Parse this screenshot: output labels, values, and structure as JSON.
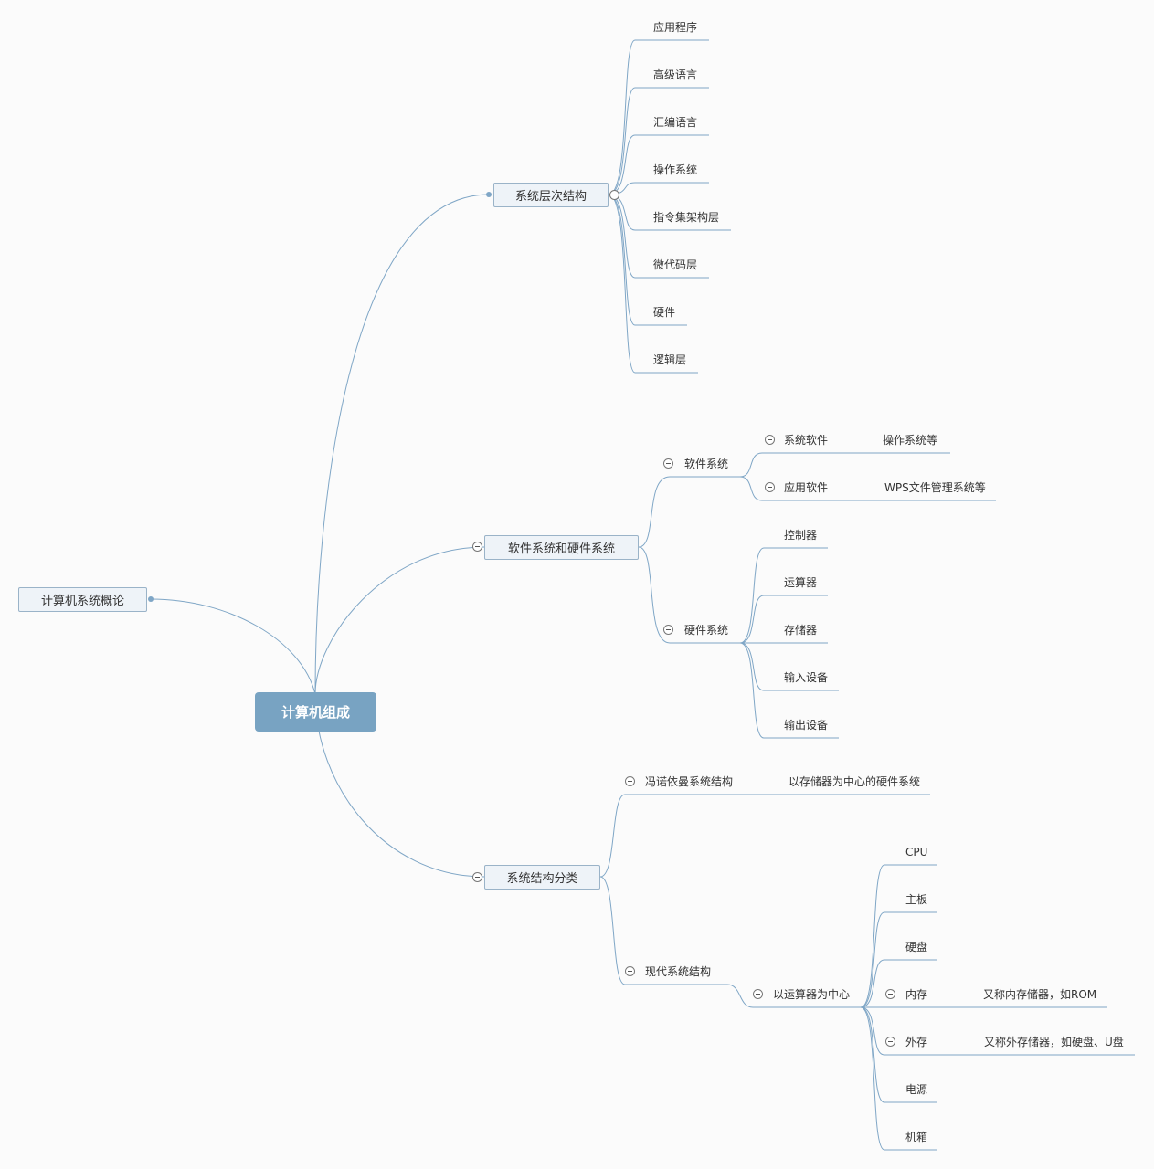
{
  "root": {
    "label": "计算机组成"
  },
  "overview": {
    "label": "计算机系统概论"
  },
  "branches": {
    "layers": {
      "label": "系统层次结构",
      "children": [
        "应用程序",
        "高级语言",
        "汇编语言",
        "操作系统",
        "指令集架构层",
        "微代码层",
        "硬件",
        "逻辑层"
      ]
    },
    "swhw": {
      "label": "软件系统和硬件系统",
      "software": {
        "label": "软件系统",
        "system_sw": {
          "label": "系统软件",
          "note": "操作系统等"
        },
        "app_sw": {
          "label": "应用软件",
          "note": "WPS文件管理系统等"
        }
      },
      "hardware": {
        "label": "硬件系统",
        "children": [
          "控制器",
          "运算器",
          "存储器",
          "输入设备",
          "输出设备"
        ]
      }
    },
    "classify": {
      "label": "系统结构分类",
      "vonneumann": {
        "label": "冯诺依曼系统结构",
        "note": "以存储器为中心的硬件系统"
      },
      "modern": {
        "label": "现代系统结构",
        "center": {
          "label": "以运算器为中心",
          "cpu": "CPU",
          "board": "主板",
          "disk": "硬盘",
          "memory": {
            "label": "内存",
            "note": "又称内存储器，如ROM"
          },
          "external": {
            "label": "外存",
            "note": "又称外存储器，如硬盘、U盘"
          },
          "power": "电源",
          "case": "机箱"
        }
      }
    }
  },
  "colors": {
    "line": "#7fa6c6",
    "root_fill": "#78a3c2",
    "box_fill": "#eef3f8",
    "box_border": "#9ab3c8"
  }
}
